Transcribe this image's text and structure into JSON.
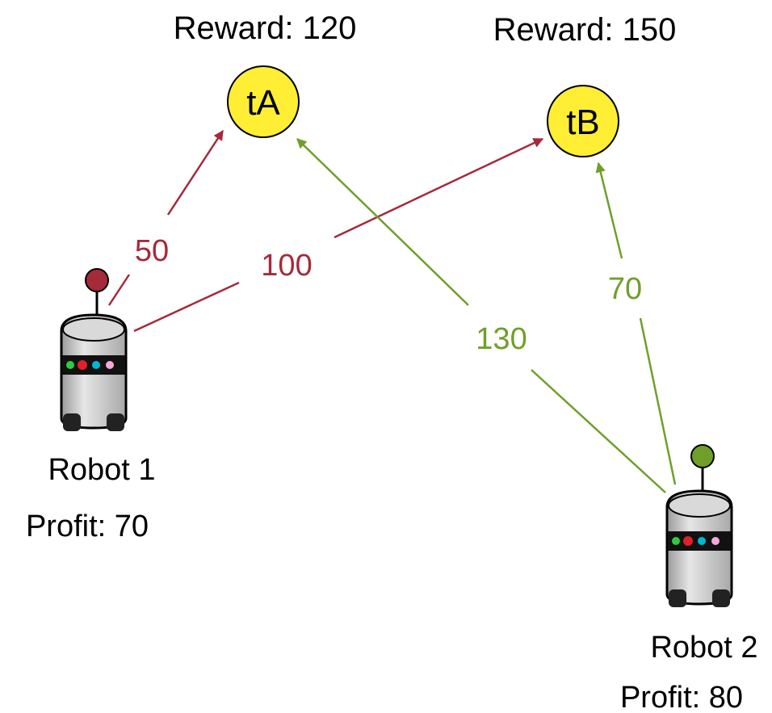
{
  "tasks": [
    {
      "id": "tA",
      "label": "tA",
      "reward_text": "Reward: 120"
    },
    {
      "id": "tB",
      "label": "tB",
      "reward_text": "Reward: 150"
    }
  ],
  "robots": [
    {
      "id": "robot1",
      "name": "Robot 1",
      "profit_text": "Profit: 70",
      "antenna_color": "#a52a3a"
    },
    {
      "id": "robot2",
      "name": "Robot 2",
      "profit_text": "Profit: 80",
      "antenna_color": "#6f9f2a"
    }
  ],
  "edges": [
    {
      "id": "r1-tA",
      "from": "Robot 1",
      "to": "tA",
      "cost": "50",
      "color": "#a52a3a"
    },
    {
      "id": "r1-tB",
      "from": "Robot 1",
      "to": "tB",
      "cost": "100",
      "color": "#a52a3a"
    },
    {
      "id": "r2-tA",
      "from": "Robot 2",
      "to": "tA",
      "cost": "130",
      "color": "#6f9f2a"
    },
    {
      "id": "r2-tB",
      "from": "Robot 2",
      "to": "tB",
      "cost": "70",
      "color": "#6f9f2a"
    }
  ],
  "colors": {
    "task_fill": "#ffee33",
    "robot1": "#a52a3a",
    "robot2": "#6f9f2a"
  }
}
